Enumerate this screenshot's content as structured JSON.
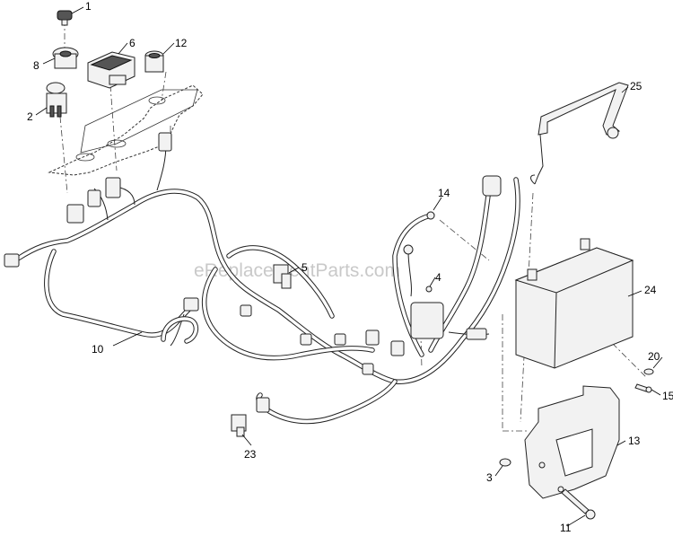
{
  "watermark": "eReplacementParts.com",
  "callouts": {
    "c1": "1",
    "c2": "2",
    "c3": "3",
    "c4": "4",
    "c5": "5",
    "c6": "6",
    "c8": "8",
    "c10": "10",
    "c11": "11",
    "c12": "12",
    "c13": "13",
    "c14": "14",
    "c15": "15",
    "c20": "20",
    "c23": "23",
    "c24": "24",
    "c25": "25"
  }
}
